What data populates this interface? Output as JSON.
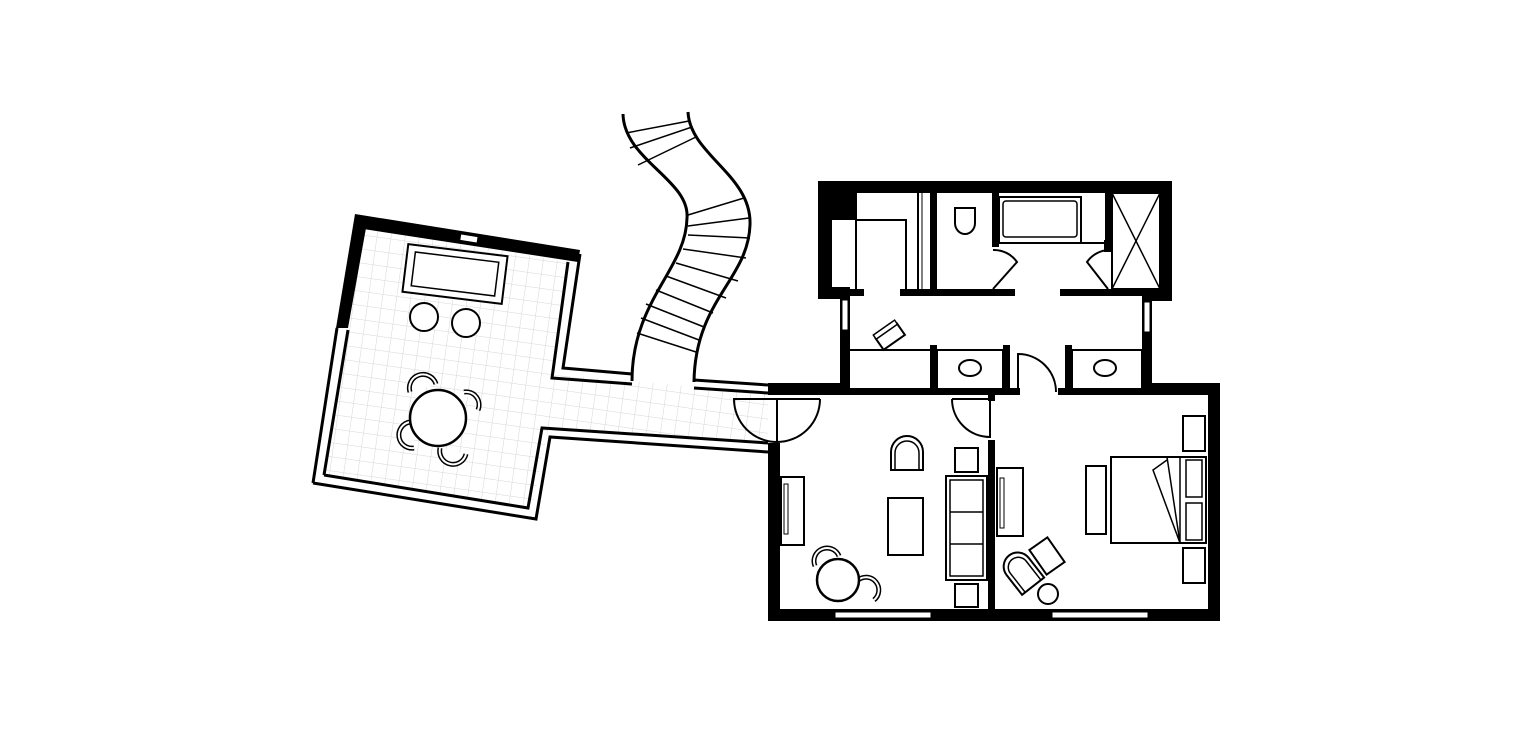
{
  "plan": {
    "colors": {
      "background": "#ffffff",
      "wall": "#000000",
      "tile_grid": "#d6d6d6"
    },
    "rooms": [
      "terrace",
      "corridor",
      "staircase",
      "walk-in-closet",
      "wc",
      "bathroom",
      "shower",
      "hallway",
      "living-room",
      "bedroom"
    ],
    "furniture": [
      "sofa",
      "stool",
      "dining-table",
      "chair",
      "armchair",
      "coffee-table",
      "couch",
      "side-table",
      "desk",
      "double-bed",
      "nightstand",
      "toilet",
      "bathtub",
      "sink"
    ]
  }
}
